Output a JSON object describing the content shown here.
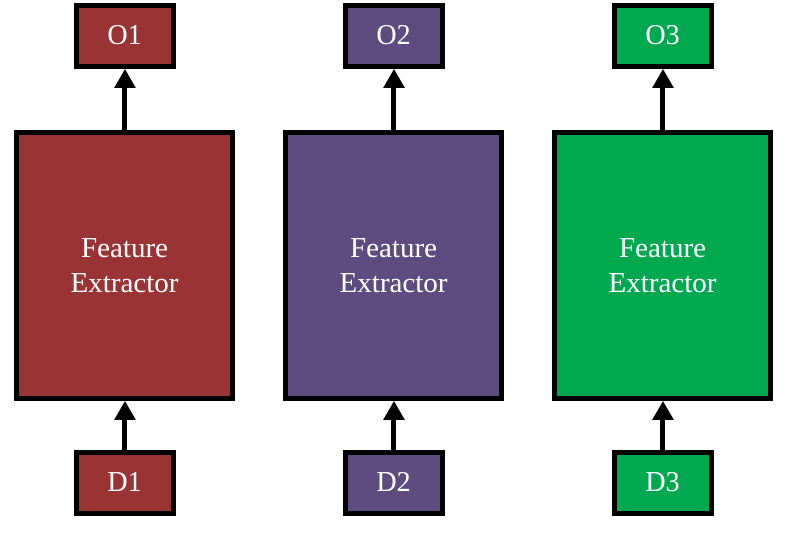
{
  "colors": {
    "background": "#FFFFFF",
    "border": "#000000",
    "label_text": "#FFFFFF",
    "column_1": "#9A3333",
    "column_2": "#5E4B7F",
    "column_3": "#00A94F"
  },
  "columns": [
    {
      "output_label": "O1",
      "extractor_label": "Feature Extractor",
      "data_label": "D1",
      "color": "#9A3333"
    },
    {
      "output_label": "O2",
      "extractor_label": "Feature Extractor",
      "data_label": "D2",
      "color": "#5E4B7F"
    },
    {
      "output_label": "O3",
      "extractor_label": "Feature Extractor",
      "data_label": "D3",
      "color": "#00A94F"
    }
  ]
}
